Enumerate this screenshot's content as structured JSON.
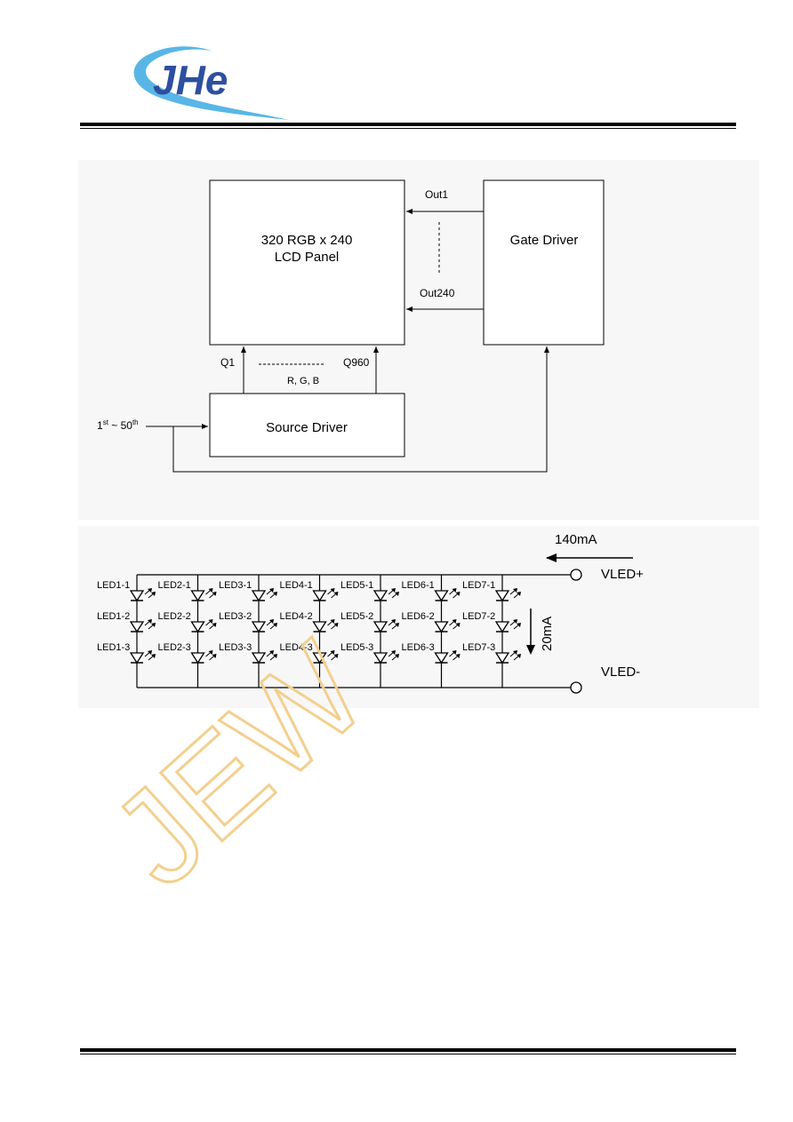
{
  "header": {
    "logo_text": "JHe",
    "colors": {
      "logo_swoosh": "#58b6e6",
      "logo_text": "#2d4fa0"
    }
  },
  "block_diagram": {
    "lcd_panel_line1": "320 RGB x 240",
    "lcd_panel_line2": "LCD Panel",
    "gate_driver": "Gate Driver",
    "source_driver": "Source Driver",
    "out_first": "Out1",
    "out_last": "Out240",
    "q_first": "Q1",
    "q_last": "Q960",
    "rgb_label": "R, G, B",
    "input_prefix": "1",
    "input_sup1": "st",
    "input_mid": " ~ 50",
    "input_sup2": "th"
  },
  "led_circuit": {
    "supply_current": "140mA",
    "branch_current": "20mA",
    "vled_plus": "VLED+",
    "vled_minus": "VLED-",
    "columns": [
      [
        "LED1-1",
        "LED1-2",
        "LED1-3"
      ],
      [
        "LED2-1",
        "LED2-2",
        "LED2-3"
      ],
      [
        "LED3-1",
        "LED3-2",
        "LED3-3"
      ],
      [
        "LED4-1",
        "LED4-2",
        "LED4-3"
      ],
      [
        "LED5-1",
        "LED5-2",
        "LED5-3"
      ],
      [
        "LED6-1",
        "LED6-2",
        "LED6-3"
      ],
      [
        "LED7-1",
        "LED7-2",
        "LED7-3"
      ]
    ]
  },
  "watermark": {
    "text": "JEW",
    "color": "#f3cf8e"
  }
}
